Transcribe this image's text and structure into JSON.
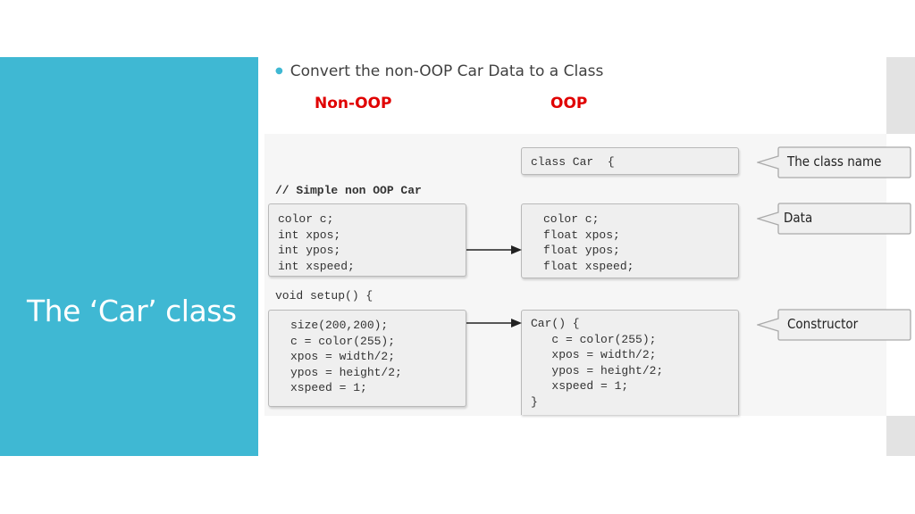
{
  "title": "The ‘Car’ class",
  "bullet": "Convert the non-OOP Car Data to a Class",
  "headers": {
    "non_oop": "Non-OOP",
    "oop": "OOP"
  },
  "figure": {
    "comment": "// Simple non OOP Car",
    "setup_line": "void setup() {",
    "non_oop_data": [
      "color c;",
      "int xpos;",
      "int ypos;",
      "int xspeed;"
    ],
    "non_oop_setup": [
      "size(200,200);",
      "c = color(255);",
      "xpos = width/2;",
      "ypos = height/2;",
      "xspeed = 1;"
    ],
    "class_line": "class Car  {",
    "oop_data": [
      "color c;",
      "float xpos;",
      "float ypos;",
      "float xspeed;"
    ],
    "constructor": [
      "Car() {",
      "   c = color(255);",
      "   xpos = width/2;",
      "   ypos = height/2;",
      "   xspeed = 1;",
      "}"
    ],
    "callouts": {
      "class_name": "The class name",
      "data": "Data",
      "constructor": "Constructor"
    }
  },
  "colors": {
    "accent": "#3fb8d3",
    "header_red": "#e00000"
  }
}
